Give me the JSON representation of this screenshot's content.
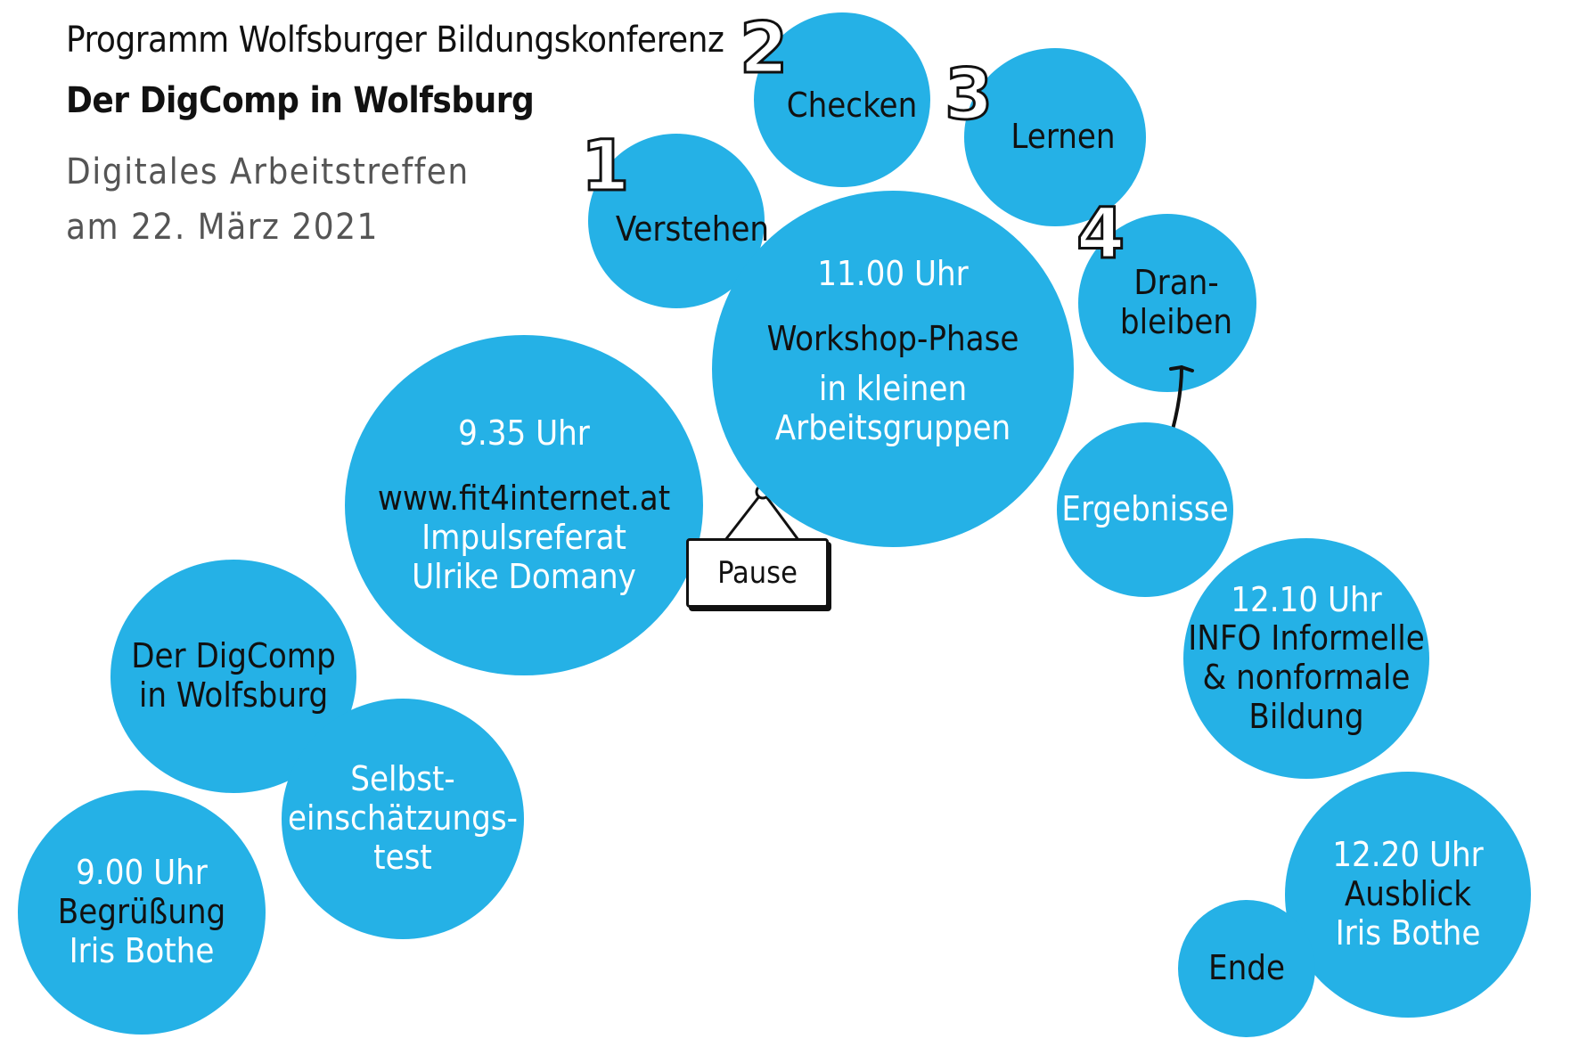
{
  "header": {
    "title": "Programm Wolfsburger Bildungskonferenz",
    "subtitle": "Der DigComp in Wolfsburg",
    "event_line1": "Digitales Arbeitstreffen",
    "event_line2": "am 22. März 2021"
  },
  "colors": {
    "bubble": "#25b1e6"
  },
  "bubbles": {
    "begruessung": {
      "time": "9.00 Uhr",
      "title": "Begrüßung",
      "speaker": "Iris Bothe"
    },
    "digcomp": {
      "line1": "Der DigComp",
      "line2": "in Wolfsburg"
    },
    "selbst": {
      "line1": "Selbst-",
      "line2": "einschätzungs-",
      "line3": "test"
    },
    "impuls": {
      "time": "9.35 Uhr",
      "url": "www.fit4internet.at",
      "line1": "Impulsreferat",
      "line2": "Ulrike Domany"
    },
    "pause": "Pause",
    "verstehen": {
      "number": "1",
      "label": "Verstehen"
    },
    "checken": {
      "number": "2",
      "label": "Checken"
    },
    "lernen": {
      "number": "3",
      "label": "Lernen"
    },
    "dranbleiben": {
      "number": "4",
      "line1": "Dran-",
      "line2": "bleiben"
    },
    "workshop": {
      "time": "11.00 Uhr",
      "title": "Workshop-Phase",
      "line1": "in kleinen",
      "line2": "Arbeitsgruppen"
    },
    "ergebnisse": "Ergebnisse",
    "info": {
      "time": "12.10 Uhr",
      "line1": "INFO Informelle",
      "line2": "& nonformale",
      "line3": "Bildung"
    },
    "ausblick": {
      "time": "12.20 Uhr",
      "title": "Ausblick",
      "speaker": "Iris Bothe"
    },
    "ende": "Ende"
  }
}
